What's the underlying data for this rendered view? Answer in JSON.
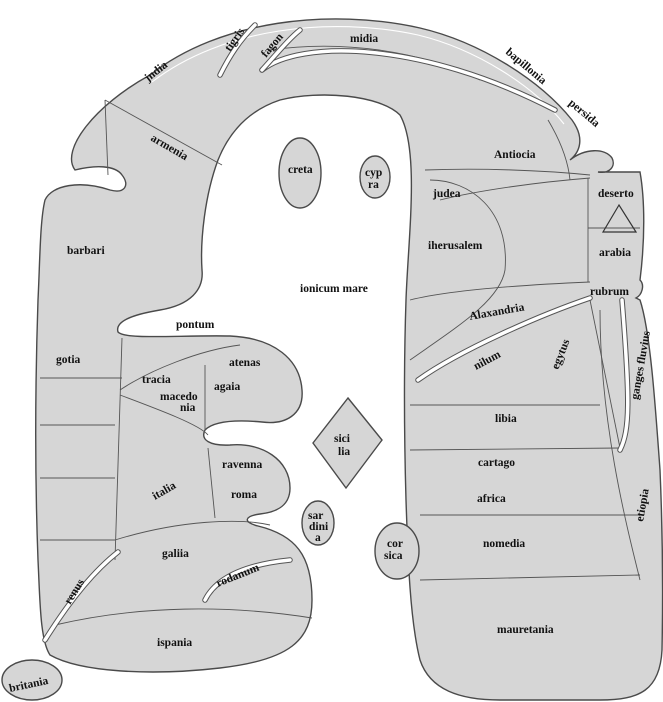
{
  "map": {
    "regions": {
      "india": "jndia",
      "tigris": "tigris",
      "fagon": "fagon",
      "midia": "midia",
      "babilonia": "bapillonia",
      "persida": "persida",
      "armenia": "armenia",
      "antiocia": "Antiocia",
      "deserto": "deserto",
      "arabia": "arabia",
      "rubrum": "rubrum",
      "creta": "creta",
      "cypra_1": "cyp",
      "cypra_2": "ra",
      "judea": "judea",
      "iherusalem": "iherusalem",
      "barbari": "barbari",
      "ionicum_mare": "ionicum mare",
      "alaxandria": "Alaxandria",
      "pontum": "pontum",
      "gotia": "gotia",
      "atenas": "atenas",
      "tracia": "tracia",
      "agaia": "agaia",
      "macedonia_1": "macedo",
      "macedonia_2": "nia",
      "nilum": "nilum",
      "egytus": "egytus",
      "ganges": "ganges fluvius",
      "libia": "libia",
      "sicilia_1": "sici",
      "sicilia_2": "lia",
      "ravenna": "ravenna",
      "roma": "roma",
      "italia": "italia",
      "cartago": "cartago",
      "africa": "africa",
      "etiopia": "etiopia",
      "sardinia_1": "sar",
      "sardinia_2": "dini",
      "sardinia_3": "a",
      "corsica_1": "cor",
      "corsica_2": "sica",
      "galiia": "galiia",
      "nomedia": "nomedia",
      "renus": "renus",
      "rodanum": "rodanum",
      "mauretania": "mauretania",
      "ispania": "ispania",
      "britania": "britania"
    },
    "colors": {
      "land": "#d6d6d6",
      "outline": "#4a4a4a",
      "water": "#ffffff"
    }
  }
}
